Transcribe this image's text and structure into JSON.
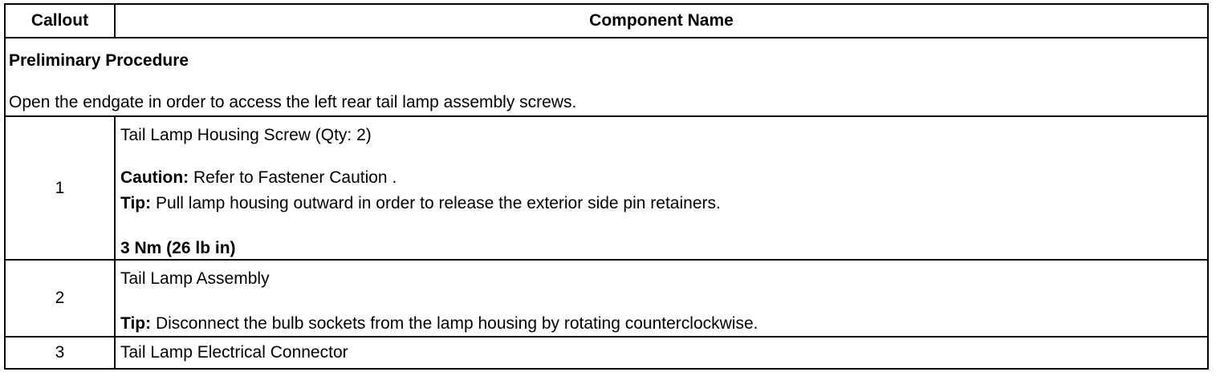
{
  "header": {
    "callout_label": "Callout",
    "component_label": "Component Name"
  },
  "preliminary": {
    "title": "Preliminary Procedure",
    "text": "Open the endgate in order to access the left rear tail lamp assembly screws."
  },
  "rows": [
    {
      "callout": "1",
      "name": "Tail Lamp Housing Screw (Qty: 2)",
      "caution_label": "Caution:",
      "caution_text": " Refer to Fastener Caution .",
      "tip_label": "Tip:",
      "tip_text": " Pull lamp housing outward in order to release the exterior side pin retainers.",
      "torque": "3 Nm (26 lb in)"
    },
    {
      "callout": "2",
      "name": "Tail Lamp Assembly",
      "tip_label": "Tip:",
      "tip_text": " Disconnect the bulb sockets from the lamp housing by rotating counterclockwise."
    },
    {
      "callout": "3",
      "name": "Tail Lamp Electrical Connector"
    }
  ]
}
